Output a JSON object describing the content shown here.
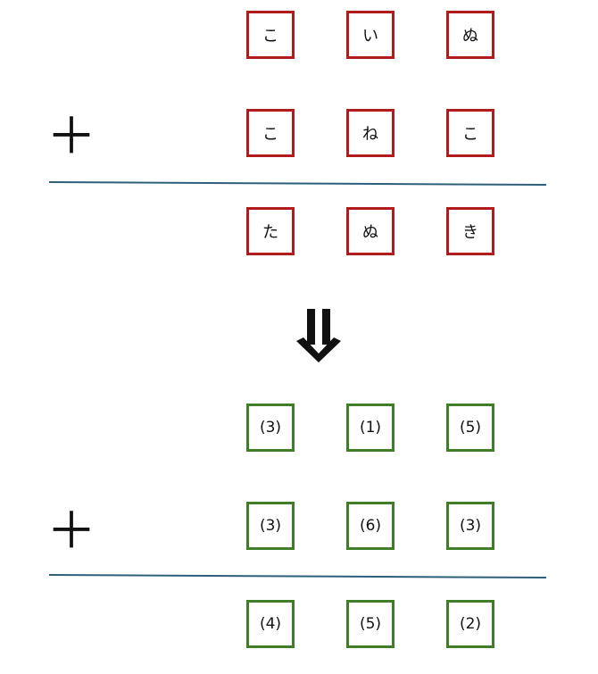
{
  "top_block": {
    "row1": [
      "こ",
      "い",
      "ぬ"
    ],
    "row2": [
      "こ",
      "ね",
      "こ"
    ],
    "result": [
      "た",
      "ぬ",
      "き"
    ],
    "operator": "＋",
    "box_color": "#b01c1c"
  },
  "bottom_block": {
    "row1": [
      "(3)",
      "(1)",
      "(5)"
    ],
    "row2": [
      "(3)",
      "(6)",
      "(3)"
    ],
    "result": [
      "(4)",
      "(5)",
      "(2)"
    ],
    "operator": "＋",
    "box_color": "#3f7d27"
  },
  "rule_color": "#2e5f7a",
  "arrow_icon": "double-down-arrow-icon"
}
